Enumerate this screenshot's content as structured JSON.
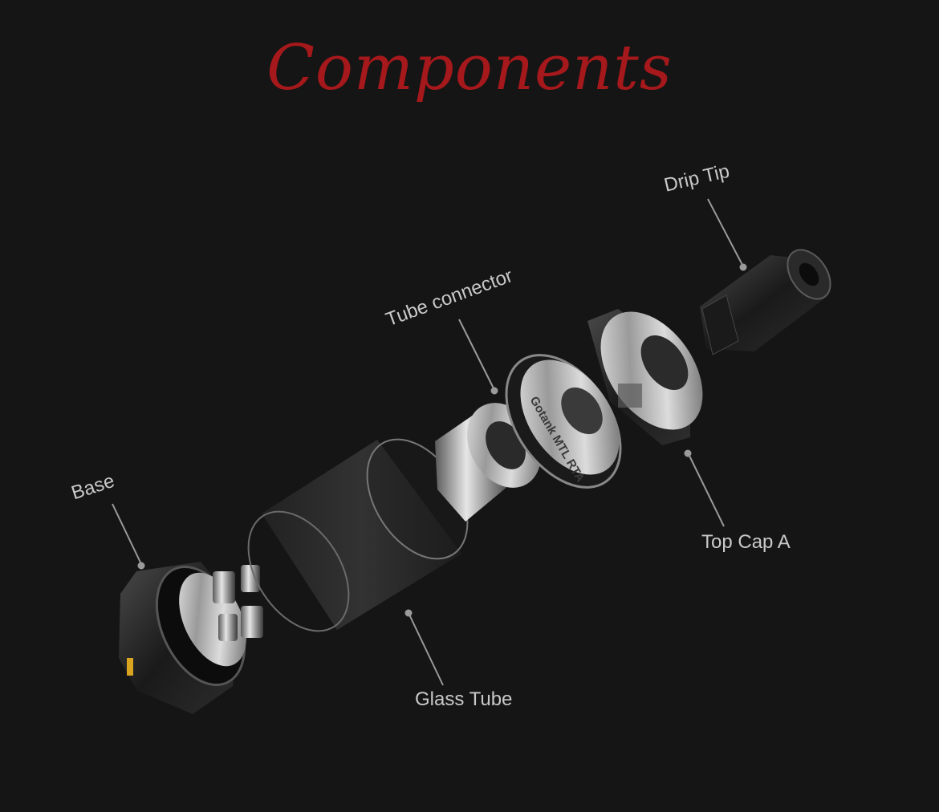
{
  "title": "Components",
  "parts": [
    {
      "label": "Drip Tip"
    },
    {
      "label": "Tube connector"
    },
    {
      "label": "Base"
    },
    {
      "label": "Top Cap A"
    },
    {
      "label": "Glass Tube"
    }
  ],
  "engraving": "Gotank MTL RTA",
  "colors": {
    "background": "#151515",
    "title": "#a5181b",
    "label": "#c9c9c9",
    "leader_line": "#9a9a9a"
  }
}
